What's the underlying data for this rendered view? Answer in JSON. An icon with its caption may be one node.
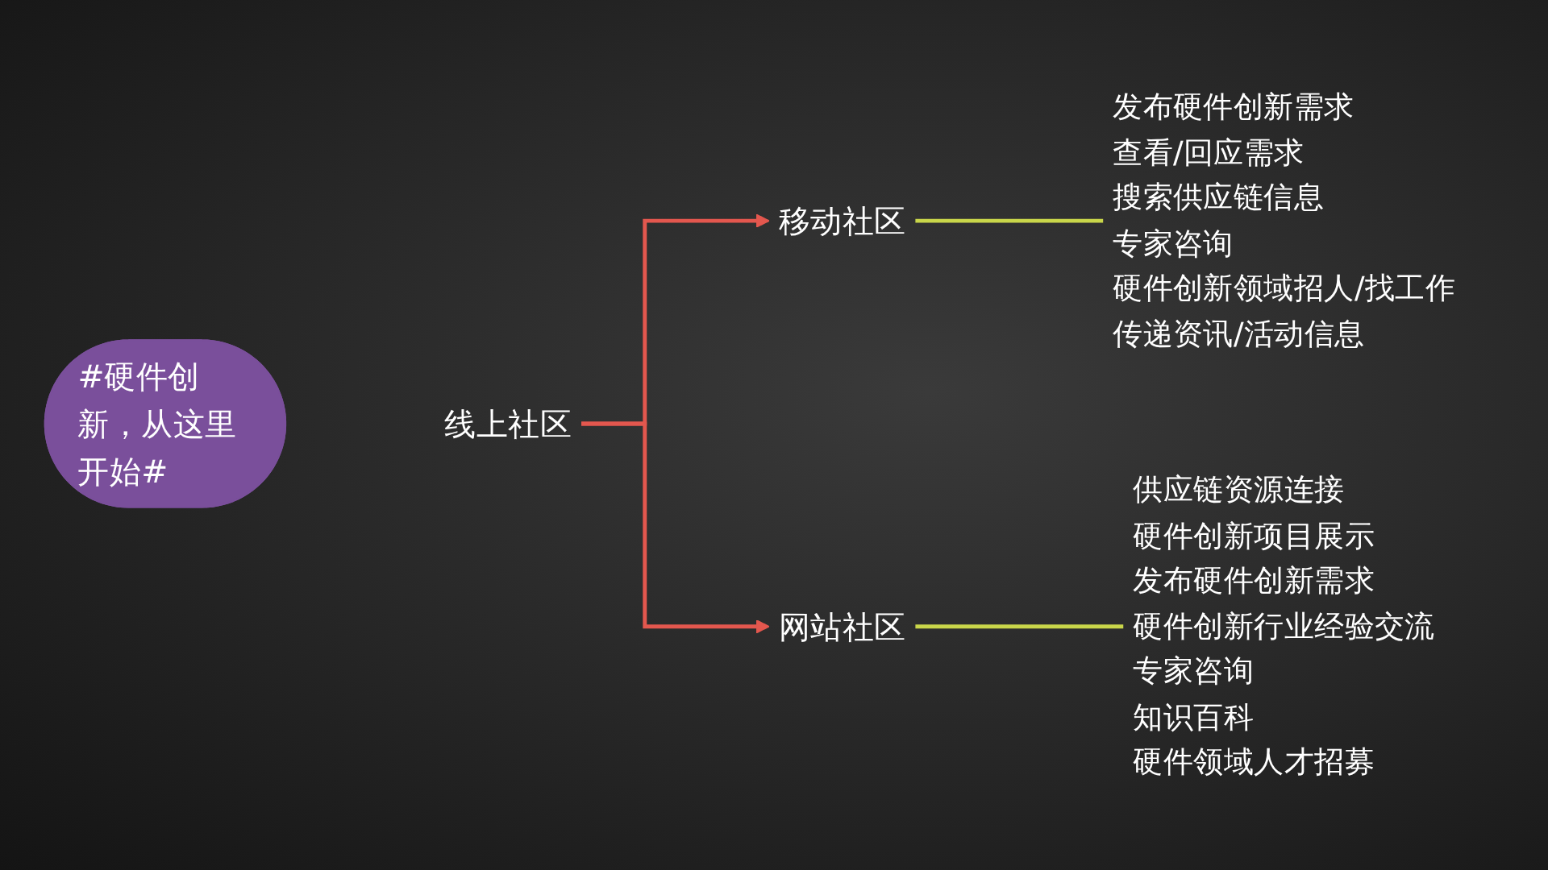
{
  "diagram": {
    "nodes": [
      {
        "text": [
          "线上社区"
        ]
      },
      {
        "text": [
          "移动社区"
        ]
      },
      {
        "text": [
          "发布硬件创新需求",
          "查看/回应需求",
          "搜索供应链信息",
          "专家咨询",
          "硬件创新领域招人/找工作",
          "传递资讯/活动信息"
        ]
      },
      {
        "text": [
          "网站社区"
        ]
      },
      {
        "text": [
          "供应链资源连接",
          "硬件创新项目展示",
          "发布硬件创新需求",
          "硬件创新行业经验交流",
          "专家咨询",
          "知识百科",
          "硬件领域人才招募"
        ]
      },
      {
        "text": [
          "#硬件创新，从这里开始#"
        ]
      }
    ],
    "edges": [
      {
        "from": 0,
        "to": 1,
        "arrow": "to",
        "color": "#e3574e"
      },
      {
        "from": 0,
        "to": 3,
        "arrow": "to",
        "color": "#e3574e"
      },
      {
        "from": 1,
        "to": 2,
        "arrow": "none",
        "color": "#c9d64a"
      },
      {
        "from": 3,
        "to": 4,
        "arrow": "none",
        "color": "#c9d64a"
      }
    ]
  }
}
